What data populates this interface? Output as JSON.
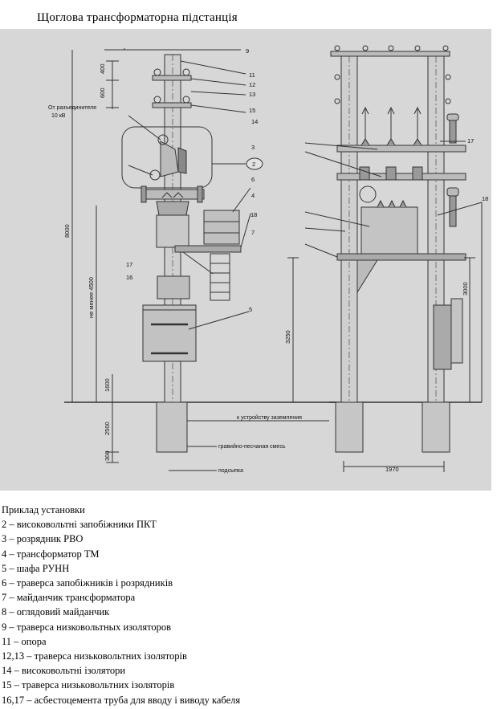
{
  "title": "Щоглова трансформаторна підстанція",
  "left_view": {
    "callouts": [
      "9",
      "11",
      "12",
      "13",
      "15",
      "14",
      "3",
      "2",
      "6",
      "4",
      "18",
      "7",
      "5",
      "17",
      "16"
    ],
    "dimensions": [
      "400",
      "600",
      "8000",
      "не менее 4500",
      "1600",
      "2500",
      "300",
      "3250"
    ],
    "notes": [
      "От разъединителя",
      "10 кВ",
      "к устройству заземления",
      "гравийно-песчаная смесь",
      "подсыпка"
    ]
  },
  "right_view": {
    "callouts": [
      "17",
      "18"
    ],
    "dimensions": [
      "3000",
      "1970"
    ]
  },
  "legend": {
    "heading": "Приклад установки",
    "items": [
      " 2 – високовольтні запобіжники ПКТ",
      "3 – розрядник РВО",
      "4 – трансформатор ТМ",
      "5 – шафа РУНН",
      "6 – траверса  запобіжників і розрядників",
      "7 – майданчик трансформатора",
      "8 – оглядовий майданчик",
      "9 – траверса низковольтных изоляторов",
      "11 – опора",
      "12,13 – траверса низьковольтних ізоляторів",
      "14 – високовольтні ізолятори",
      "15 – траверса низьковольтних ізоляторів",
      "16,17 – асбестоцемента труба для вводу і виводу кабеля"
    ]
  },
  "colors": {
    "background": "#d7d7d7",
    "line": "#333333",
    "text": "#000000"
  }
}
